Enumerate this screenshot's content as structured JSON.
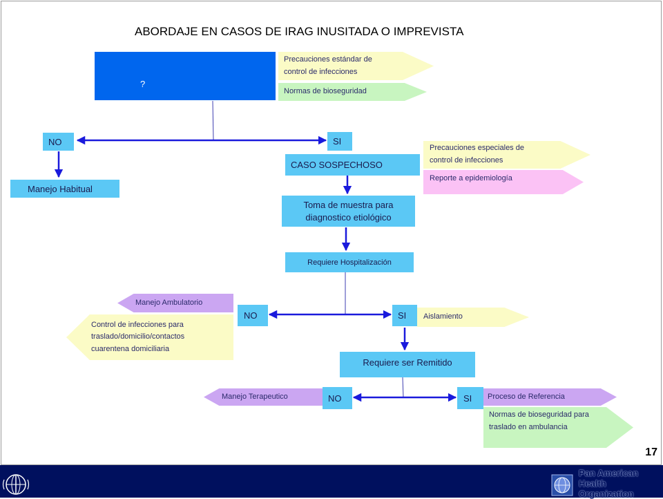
{
  "title": "ABORDAJE  EN CASOS DE IRAG INUSITADA O IMPREVISTA",
  "top_box": {
    "label": "?"
  },
  "notes": {
    "standard_precautions": "Precauciones estándar de control de infecciones",
    "biosafety": "Normas de bioseguridad",
    "special_precautions": "Precauciones especiales de control de infecciones",
    "epidemiology_report": "Reporte a epidemiología",
    "ambulatory": "Manejo Ambulatorio",
    "home_control": "Control de infecciones para traslado/domicilio/contactos cuarentena  domiciliaria",
    "isolation": "Aislamiento",
    "therapeutic": "Manejo Terapeutico",
    "referral": "Proceso de Referencia",
    "ambulance_biosafety": "Normas de bioseguridad para traslado en ambulancia"
  },
  "nodes": {
    "no_1": "NO",
    "si_1": "SI",
    "usual_management": "Manejo Habitual",
    "suspected_case": "CASO SOSPECHOSO",
    "sample": "Toma de muestra para diagnostico etiológico",
    "hospitalization": "Requiere Hospitalización",
    "no_2": "NO",
    "si_2": "SI",
    "referral_required": "Requiere ser Remitido",
    "no_3": "NO",
    "si_3": "SI"
  },
  "footer": {
    "page_number": "17",
    "org_line1": "Pan American",
    "org_line2": "Health",
    "org_line3": "Organization"
  },
  "colors": {
    "node_fill": "#5bc8f5",
    "top_box_fill": "#0066ee",
    "note_yellow": "#fbfbc6",
    "note_green": "#c8f5c0",
    "note_pink": "#fbc2f5",
    "note_purple": "#cba6f2",
    "arrow_blue": "#1a1adc",
    "footer_navy": "#00105e"
  }
}
